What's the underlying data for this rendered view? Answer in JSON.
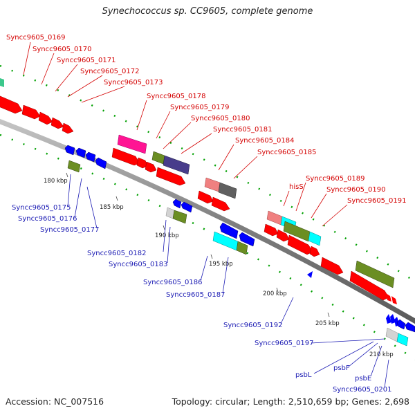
{
  "title": "Synechococcus sp. CC9605, complete genome",
  "footer": {
    "accession": "Accession: NC_007516",
    "stats": "Topology: circular; Length: 2,510,659 bp; Genes: 2,698"
  },
  "scale_labels": [
    "180 kbp",
    "185 kbp",
    "190 kbp",
    "195 kbp",
    "200 kbp",
    "205 kbp",
    "210 kbp"
  ],
  "forward_labels": [
    "Syncc9605_0169",
    "Syncc9605_0170",
    "Syncc9605_0171",
    "Syncc9605_0172",
    "Syncc9605_0173",
    "Syncc9605_0178",
    "Syncc9605_0179",
    "Syncc9605_0180",
    "Syncc9605_0181",
    "Syncc9605_0184",
    "Syncc9605_0185",
    "hisS",
    "Syncc9605_0189",
    "Syncc9605_0190",
    "Syncc9605_0191"
  ],
  "reverse_labels": [
    "Syncc9605_0175",
    "Syncc9605_0176",
    "Syncc9605_0177",
    "Syncc9605_0182",
    "Syncc9605_0183",
    "Syncc9605_0186",
    "Syncc9605_0187",
    "Syncc9605_0192",
    "Syncc9605_0197",
    "psbL",
    "psbF",
    "psbE",
    "Syncc9605_0201"
  ],
  "colors": {
    "cds_forward": "#ff0000",
    "cds_reverse": "#0000ff",
    "backbone": "#808080",
    "orf": "#00a000",
    "label_forward": "#d40000",
    "label_reverse": "#1a1ab3",
    "gc_olive": "#6b8e23",
    "gc_magenta": "#ff1493",
    "gc_navy": "#483d8b",
    "gc_cyan": "#00ffff",
    "gc_pink": "#f08080"
  }
}
